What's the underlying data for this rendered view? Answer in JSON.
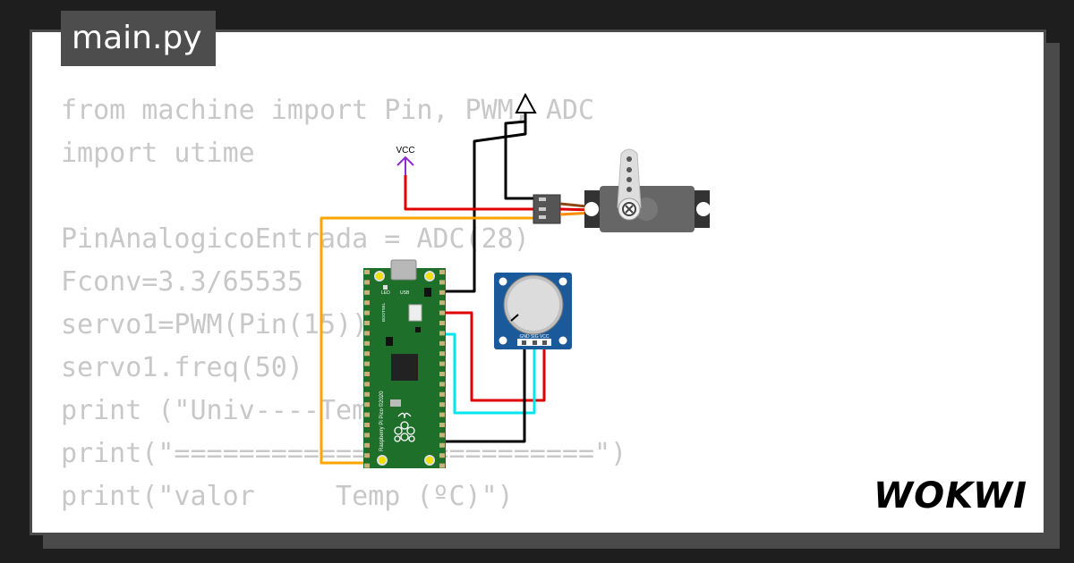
{
  "file_tab": {
    "name": "main.py"
  },
  "code_lines": [
    "from machine import Pin, PWM, ADC",
    "import utime",
    "",
    "PinAnalogicoEntrada = ADC(28)",
    "Fconv=3.3/65535",
    "servo1=PWM(Pin(15))",
    "servo1.freq(50)",
    "print (\"Univ----Temp\")",
    "print(\"==========================\")",
    "print(\"valor     Temp (ºC)\")"
  ],
  "circuit": {
    "vcc_label": "VCC",
    "pico": {
      "led_label": "LED",
      "usb_label": "USB",
      "bootsel_label": "BOOTSEL",
      "side_text": "Raspberry Pi Pico ©2020"
    },
    "potentiometer": {
      "pin_labels": "GND SIG VCC"
    }
  },
  "colors": {
    "background": "#1e1e1e",
    "card": "#ffffff",
    "card_border": "#4a4a4a",
    "code_text": "#c8c8c8",
    "wire_red": "#e00000",
    "wire_orange": "#ffa500",
    "wire_cyan": "#00e5ee",
    "wire_black": "#000000",
    "vcc_purple": "#8e2ad6",
    "pico_green": "#1d6f2a",
    "pot_blue": "#1a5a9a"
  },
  "brand": {
    "name": "WOKWI"
  }
}
